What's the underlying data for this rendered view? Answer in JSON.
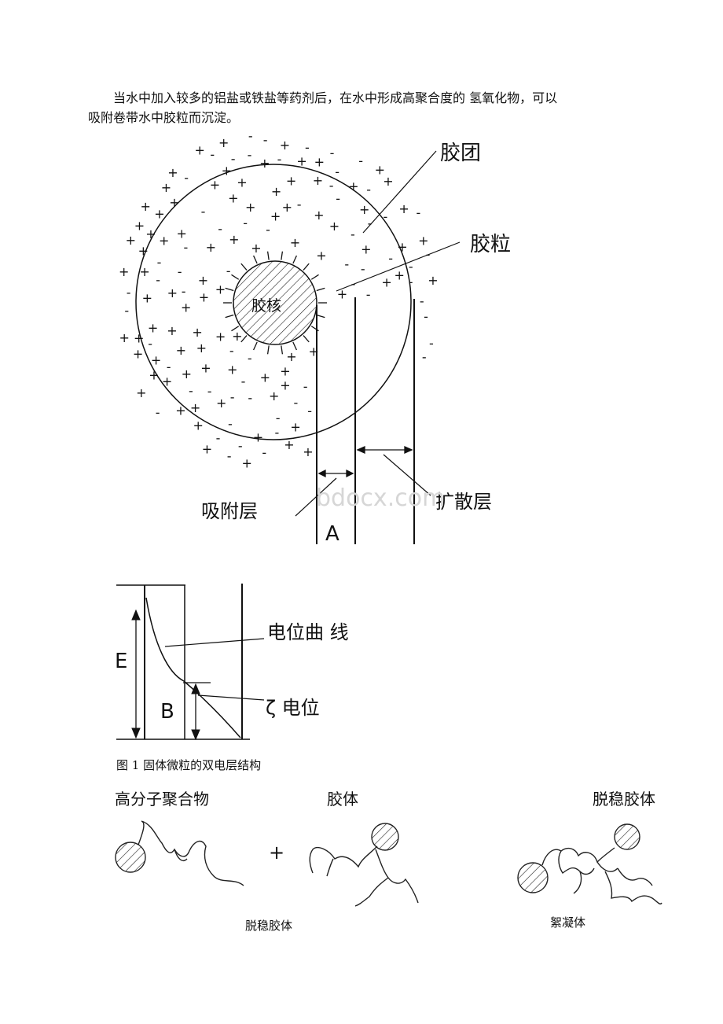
{
  "paragraph": {
    "line1": "当水中加入较多的铝盐或铁盐等药剂后，在水中形成高聚合度的 氢氧化物，可以",
    "line2": "吸附卷带水中胶粒而沉淀。"
  },
  "figure1": {
    "label_micelle": "胶团",
    "label_colloid_particle": "胶粒",
    "label_nucleus": "胶核",
    "label_adsorption_layer": "吸附层",
    "label_diffusion_layer": "扩散层",
    "label_a": "A",
    "label_potential_curve": "电位曲 线",
    "label_zeta": "ζ  电位",
    "label_e": "E",
    "label_b": "B",
    "watermark": "bdocx.com",
    "caption": "图 1 固体微粒的双电层结构"
  },
  "figure2": {
    "label_polymer": "高分子聚合物",
    "label_colloid": "胶体",
    "label_destabilized": "脱稳胶体",
    "plus_sign": "+",
    "sub_destabilized": "脱稳胶体",
    "sub_floc": "絮凝体"
  }
}
